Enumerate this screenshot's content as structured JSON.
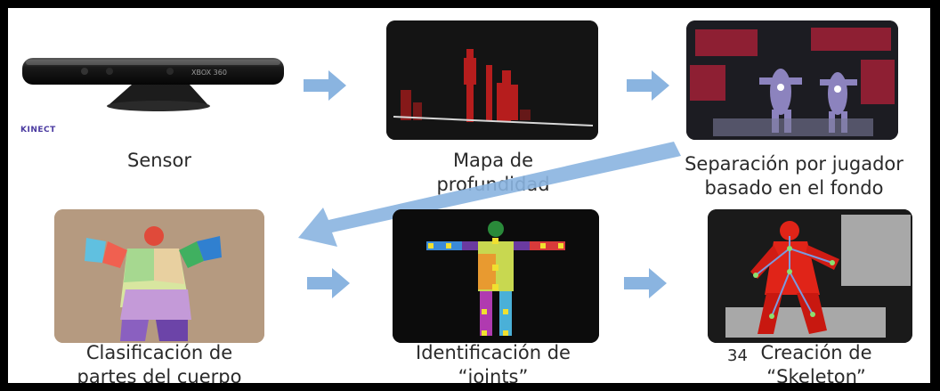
{
  "steps": [
    {
      "caption_lines": [
        "Sensor"
      ]
    },
    {
      "caption_lines": [
        "Mapa de",
        "profundidad"
      ]
    },
    {
      "caption_lines": [
        "Separación por jugador",
        "basado en el fondo"
      ]
    },
    {
      "caption_lines": [
        "Clasificación de",
        "partes del cuerpo"
      ]
    },
    {
      "caption_lines": [
        "Identificación de",
        "“joints”"
      ]
    },
    {
      "caption_lines": [
        "Creación de",
        "“Skeleton”"
      ]
    }
  ],
  "sensor": {
    "logo_text": "KINECT",
    "device_text": "XBOX 360"
  },
  "page_number": "34",
  "colors": {
    "arrow": "#8ab4e0",
    "depth_red": "#c81e1e",
    "body_red": "#e02418",
    "panel_bg": "#111111",
    "beige_bg": "#b59a80"
  }
}
